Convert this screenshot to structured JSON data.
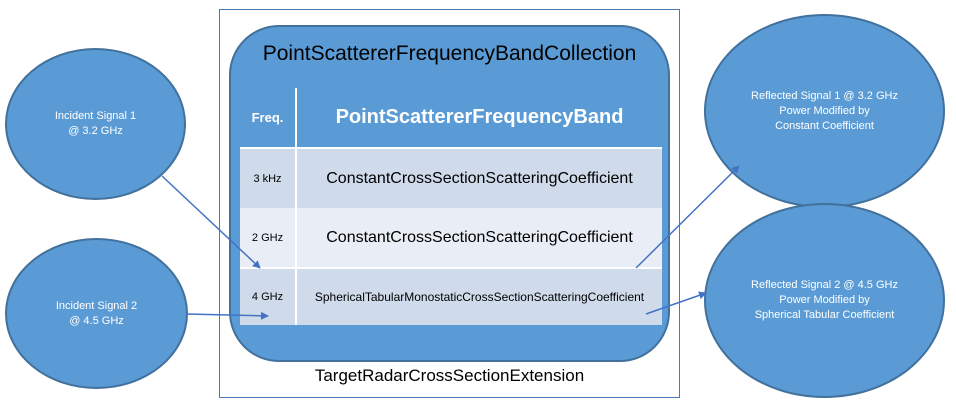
{
  "extension": {
    "label": "TargetRadarCrossSectionExtension"
  },
  "collection": {
    "title": "PointScattererFrequencyBandCollection"
  },
  "table": {
    "header_freq": "Freq.",
    "header_band": "PointScattererFrequencyBand",
    "rows": [
      {
        "freq": "3 kHz",
        "coefficient": "ConstantCrossSectionScatteringCoefficient"
      },
      {
        "freq": "2 GHz",
        "coefficient": "ConstantCrossSectionScatteringCoefficient"
      },
      {
        "freq": "4 GHz",
        "coefficient": "SphericalTabularMonostaticCrossSectionScatteringCoefficient"
      }
    ]
  },
  "incident": [
    {
      "text": "Incident Signal 1\n@ 3.2 GHz"
    },
    {
      "text": "Incident Signal 2\n@ 4.5 GHz"
    }
  ],
  "reflected": [
    {
      "text": "Reflected Signal 1 @ 3.2 GHz\nPower Modified by\nConstant Coefficient"
    },
    {
      "text": "Reflected Signal 2 @ 4.5 GHz\nPower Modified by\nSpherical Tabular Coefficient"
    }
  ],
  "colors": {
    "shape_fill": "#5b9bd5",
    "shape_border": "#41719c",
    "row_dark": "#cfdbea",
    "row_light": "#e9eef6",
    "arrow": "#4472c4"
  }
}
